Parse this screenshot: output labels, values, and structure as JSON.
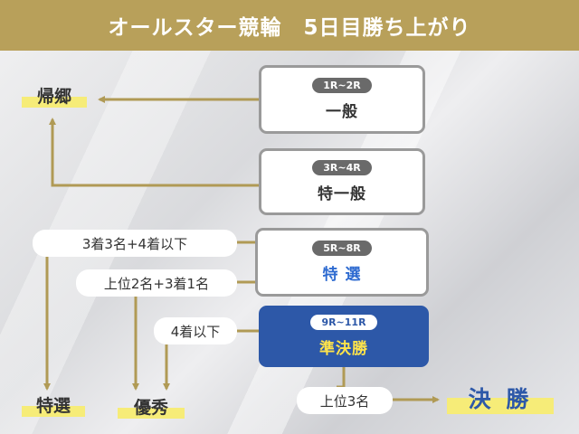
{
  "title": "オールスター競輪　5日目勝ち上がり",
  "races": {
    "ippan": {
      "range": "1R~2R",
      "name": "一般"
    },
    "tokuippan": {
      "range": "3R~4R",
      "name": "特一般"
    },
    "tokusen": {
      "range": "5R~8R",
      "name": "特 選"
    },
    "junkessho": {
      "range": "9R~11R",
      "name": "準決勝"
    }
  },
  "conditions": {
    "tokusen_a": "3着3名+4着以下",
    "tokusen_b": "上位2名+3着1名",
    "semi_a": "4着以下",
    "semi_b": "上位3名"
  },
  "destinations": {
    "kikyo": "帰郷",
    "tokusen": "特選",
    "yushu": "優秀",
    "kessho": "決 勝"
  },
  "colors": {
    "header": "#b8a05a",
    "arrow": "#b09a55",
    "semi_box": "#2d58a8",
    "highlight": "#f6ec78"
  }
}
